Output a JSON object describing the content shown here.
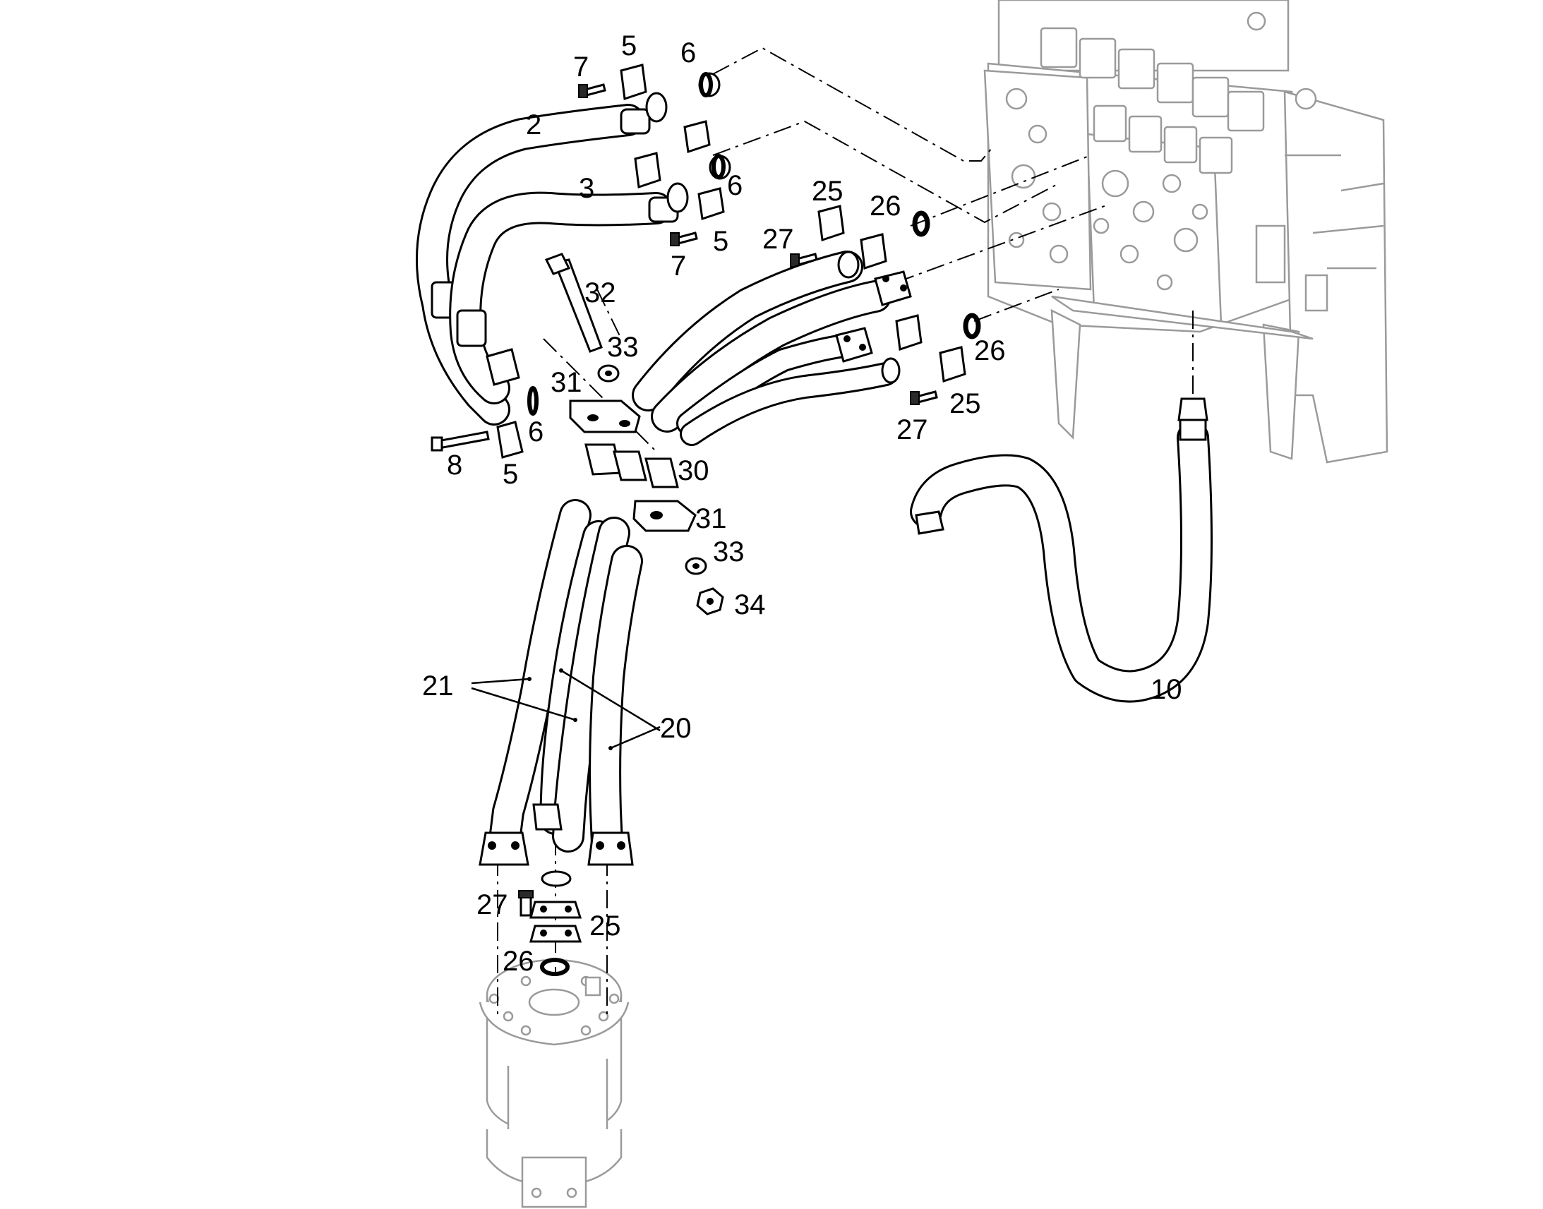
{
  "callouts": [
    {
      "id": "c-7a",
      "text": "7"
    },
    {
      "id": "c-5a",
      "text": "5"
    },
    {
      "id": "c-6a",
      "text": "6"
    },
    {
      "id": "c-2",
      "text": "2"
    },
    {
      "id": "c-3",
      "text": "3"
    },
    {
      "id": "c-6b",
      "text": "6"
    },
    {
      "id": "c-5b",
      "text": "5"
    },
    {
      "id": "c-7b",
      "text": "7"
    },
    {
      "id": "c-25a",
      "text": "25"
    },
    {
      "id": "c-26a",
      "text": "26"
    },
    {
      "id": "c-27a",
      "text": "27"
    },
    {
      "id": "c-32",
      "text": "32"
    },
    {
      "id": "c-33a",
      "text": "33"
    },
    {
      "id": "c-31a",
      "text": "31"
    },
    {
      "id": "c-6c",
      "text": "6"
    },
    {
      "id": "c-8",
      "text": "8"
    },
    {
      "id": "c-5c",
      "text": "5"
    },
    {
      "id": "c-26b",
      "text": "26"
    },
    {
      "id": "c-25b",
      "text": "25"
    },
    {
      "id": "c-27b",
      "text": "27"
    },
    {
      "id": "c-30",
      "text": "30"
    },
    {
      "id": "c-31b",
      "text": "31"
    },
    {
      "id": "c-33b",
      "text": "33"
    },
    {
      "id": "c-34",
      "text": "34"
    },
    {
      "id": "c-10",
      "text": "10"
    },
    {
      "id": "c-21",
      "text": "21"
    },
    {
      "id": "c-20",
      "text": "20"
    },
    {
      "id": "c-27c",
      "text": "27"
    },
    {
      "id": "c-25c",
      "text": "25"
    },
    {
      "id": "c-26c",
      "text": "26"
    }
  ]
}
